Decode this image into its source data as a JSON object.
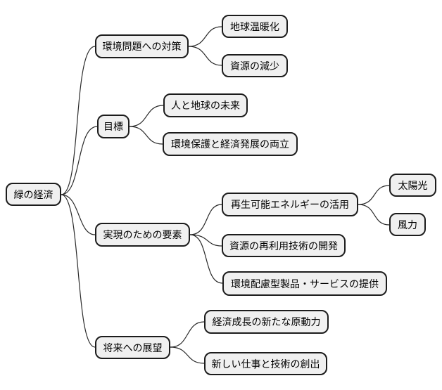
{
  "mindmap": {
    "root": {
      "label": "緑の経済"
    },
    "branches": [
      {
        "label": "環境問題への対策",
        "children": [
          {
            "label": "地球温暖化"
          },
          {
            "label": "資源の減少"
          }
        ]
      },
      {
        "label": "目標",
        "children": [
          {
            "label": "人と地球の未来"
          },
          {
            "label": "環境保護と経済発展の両立"
          }
        ]
      },
      {
        "label": "実現のための要素",
        "children": [
          {
            "label": "再生可能エネルギーの活用",
            "children": [
              {
                "label": "太陽光"
              },
              {
                "label": "風力"
              }
            ]
          },
          {
            "label": "資源の再利用技術の開発"
          },
          {
            "label": "環境配慮型製品・サービスの提供"
          }
        ]
      },
      {
        "label": "将来への展望",
        "children": [
          {
            "label": "経済成長の新たな原動力"
          },
          {
            "label": "新しい仕事と技術の創出"
          }
        ]
      }
    ]
  },
  "colors": {
    "node_fill": "#f0f0f0",
    "node_border": "#1c1c1c",
    "connector": "#2a2a2a",
    "text": "#000000",
    "background": "#ffffff"
  }
}
